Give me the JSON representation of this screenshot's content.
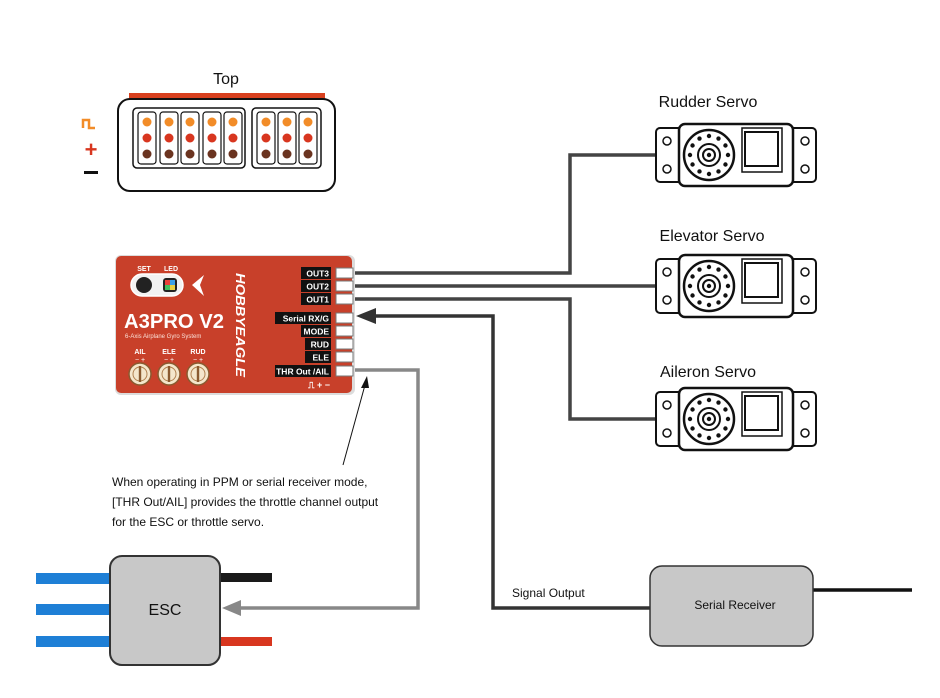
{
  "top_view": {
    "title": "Top",
    "pin_row_symbols": [
      "⎍",
      "+",
      "−"
    ],
    "colors": {
      "signal": "#f28c28",
      "plus": "#d8361f",
      "minus": "#6b3420",
      "bar": "#d8401e"
    }
  },
  "controller": {
    "brand": "HOBBYEAGLE",
    "model": "A3PRO V2",
    "subtitle": "6-Axis Airplane Gyro System",
    "set_label": "SET",
    "led_label": "LED",
    "knob_labels": [
      "AIL",
      "ELE",
      "RUD"
    ],
    "knob_sign": "−  +",
    "ports": [
      "OUT3",
      "OUT2",
      "OUT1",
      "Serial RX/G",
      "MODE",
      "RUD",
      "ELE",
      "THR Out /AIL"
    ],
    "bottom_symbols": "⎍ + −",
    "body_color": "#c8402a"
  },
  "servos": [
    {
      "label": "Rudder Servo"
    },
    {
      "label": "Elevator Servo"
    },
    {
      "label": "Aileron Servo"
    }
  ],
  "note": {
    "lines": [
      "When operating in PPM or serial receiver mode,",
      "[THR Out/AIL] provides the throttle channel output",
      "for the ESC or throttle servo."
    ]
  },
  "esc": {
    "label": "ESC",
    "wire_colors": {
      "motor": "#1e7fd6",
      "minus": "#1a1a1a",
      "plus": "#d8361f"
    }
  },
  "receiver": {
    "label": "Serial Receiver",
    "signal_label": "Signal Output"
  }
}
